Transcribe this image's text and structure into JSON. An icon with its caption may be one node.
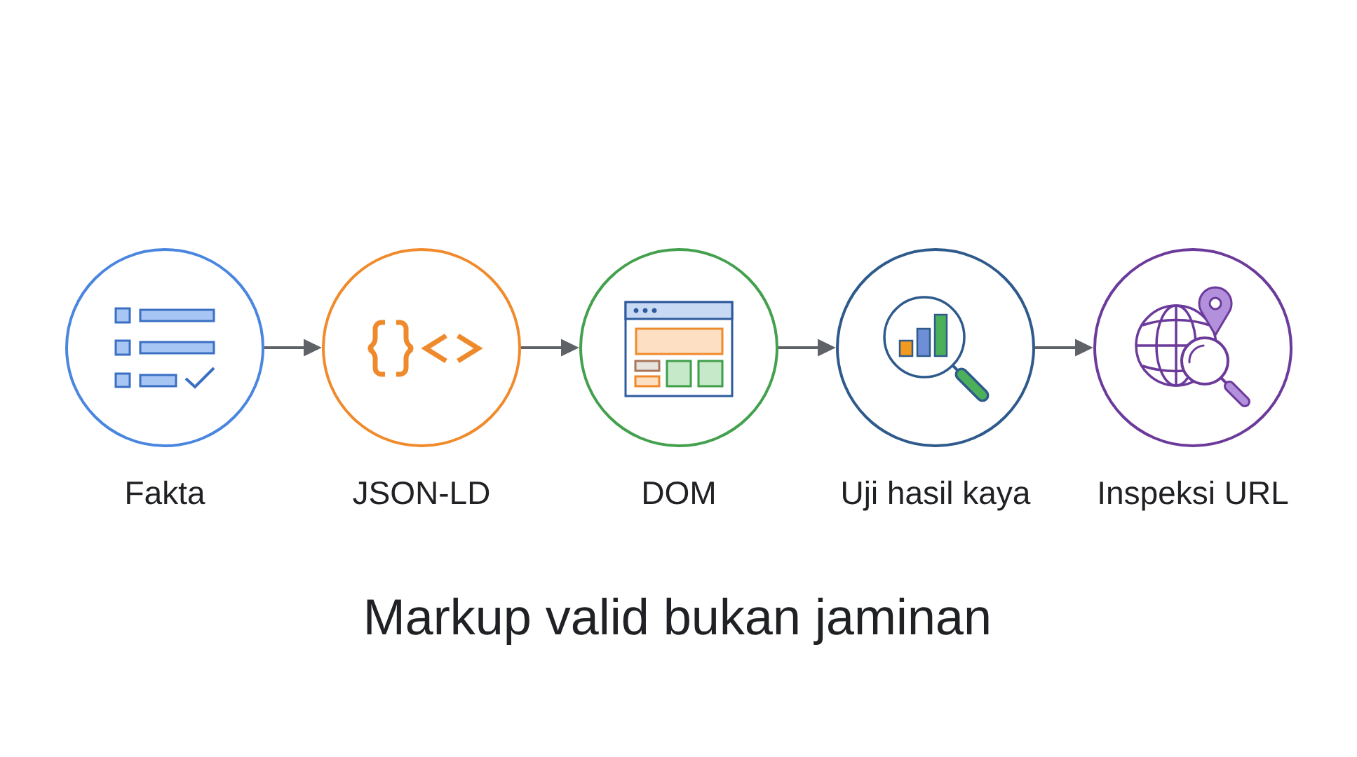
{
  "diagram": {
    "caption": "Markup valid bukan jaminan",
    "nodes": [
      {
        "text": [
          "Fakta"
        ]
      },
      {
        "text": [
          "JSON-LD"
        ]
      },
      {
        "text": [
          "DOM"
        ]
      },
      {
        "text": [
          "Uji hasil kaya"
        ]
      },
      {
        "text": [
          "Inspeksi URL"
        ]
      }
    ],
    "edges": [
      {
        "from": 0,
        "to": 1,
        "arrow": "to"
      },
      {
        "from": 1,
        "to": 2,
        "arrow": "to"
      },
      {
        "from": 2,
        "to": 3,
        "arrow": "to"
      },
      {
        "from": 3,
        "to": 4,
        "arrow": "to"
      }
    ]
  }
}
